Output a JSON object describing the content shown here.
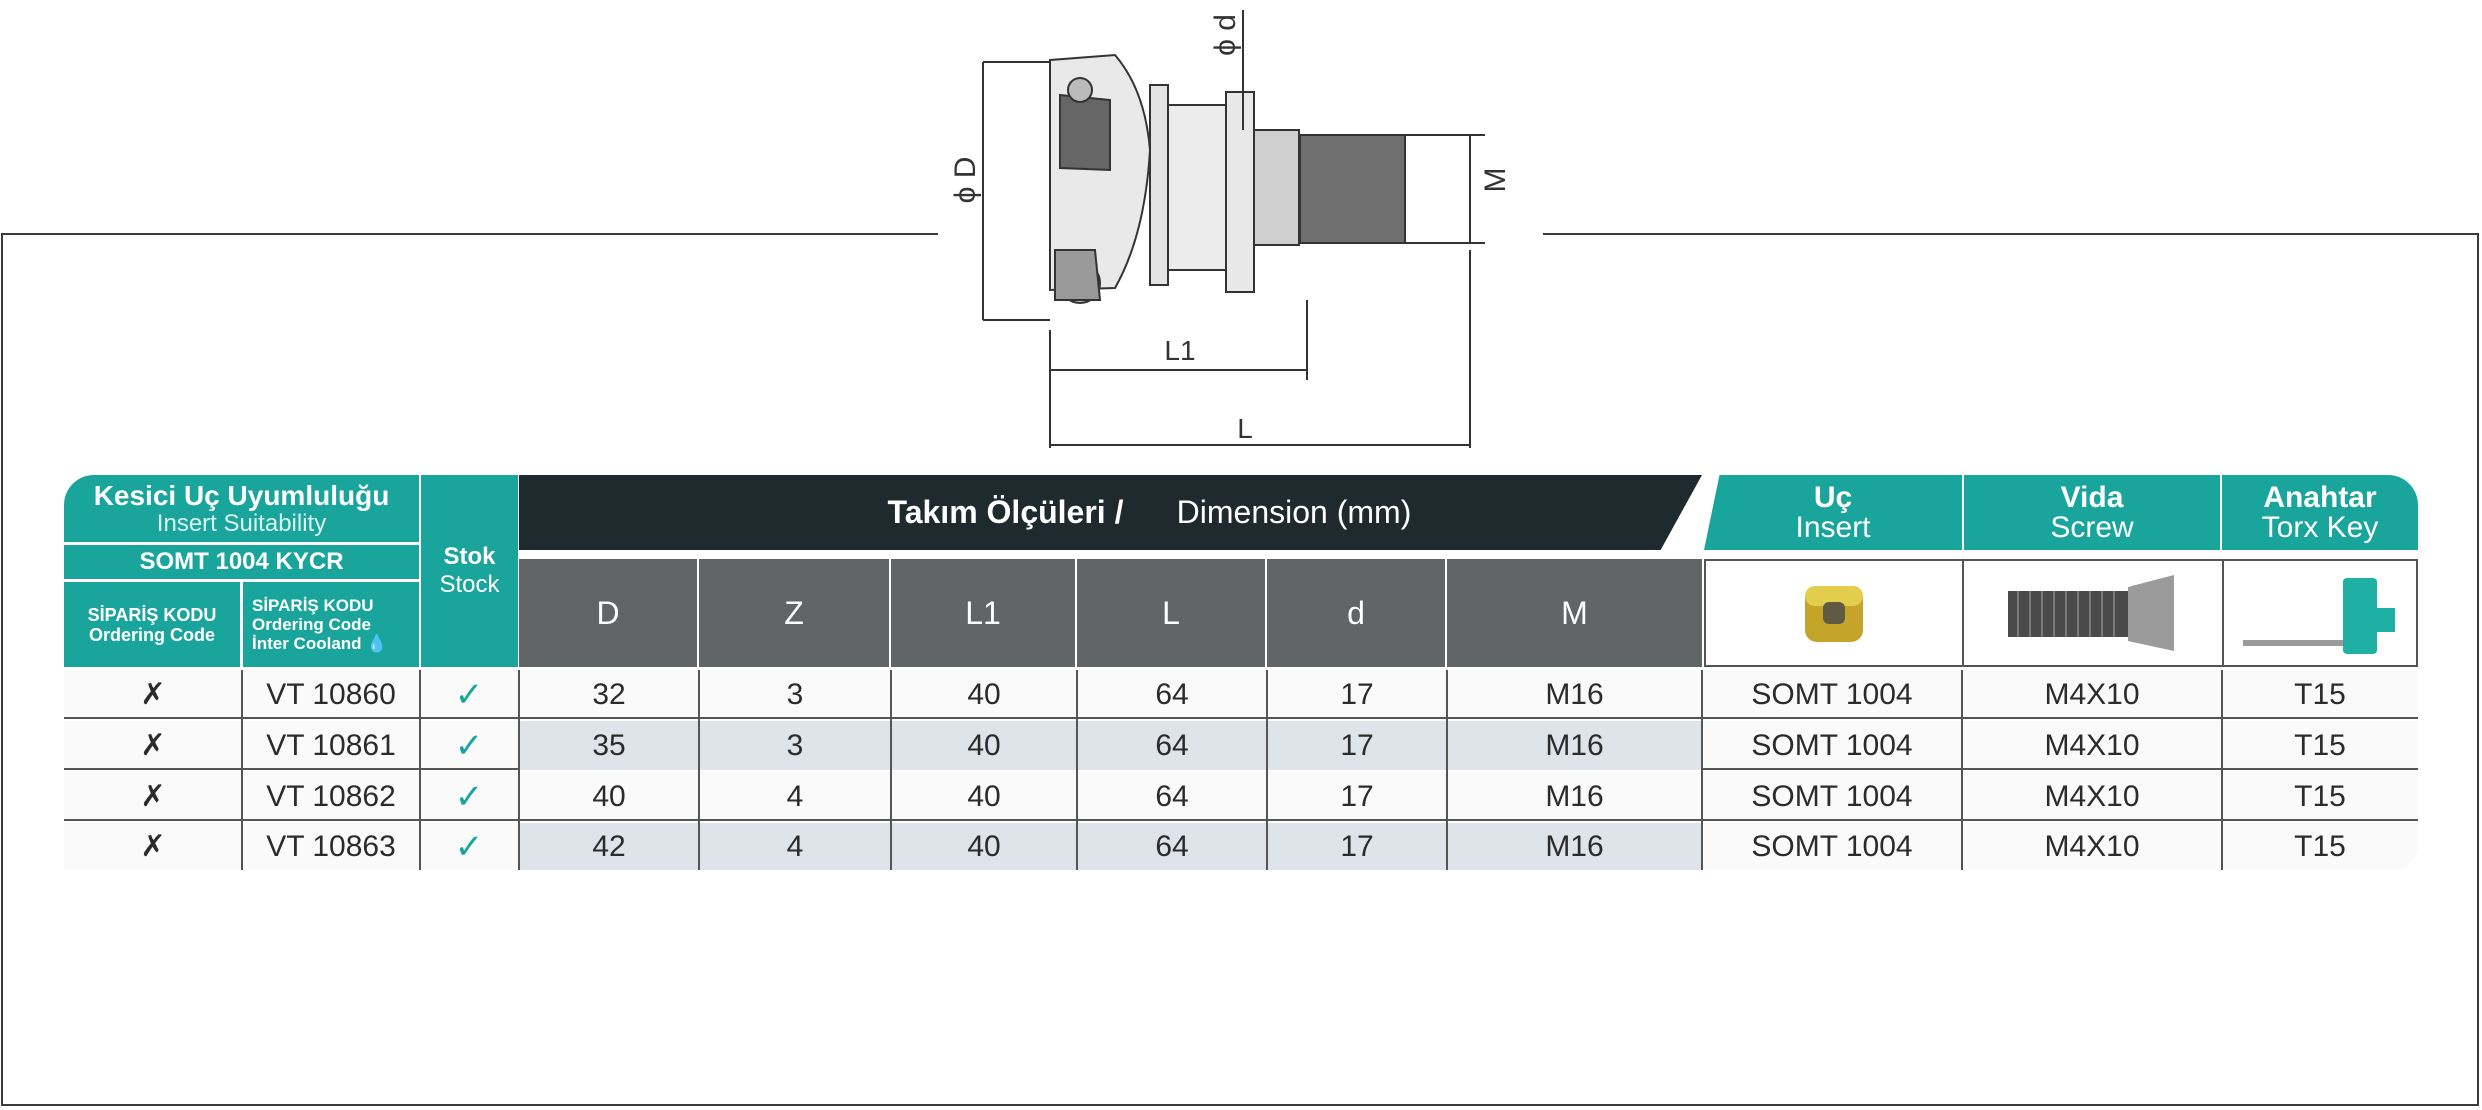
{
  "drawing": {
    "labels": {
      "D": "ϕ D",
      "d": "ϕ d",
      "M": "M",
      "L1": "L1",
      "L": "L"
    }
  },
  "table": {
    "insert_suitability": {
      "title": "Kesici Uç Uyumluluğu",
      "subtitle": "Insert Suitability",
      "insert_code": "SOMT 1004 KYCR"
    },
    "order_col1": {
      "tr": "SİPARİŞ KODU",
      "en": "Ordering Code"
    },
    "order_col2": {
      "tr": "SİPARİŞ KODU",
      "en": "Ordering Code",
      "en2": "İnter Cooland"
    },
    "stock": {
      "tr": "Stok",
      "en": "Stock"
    },
    "dimension": {
      "tr": "Takım Ölçüleri /",
      "en": " Dimension (mm)"
    },
    "insert": {
      "tr": "Uç",
      "en": "Insert"
    },
    "screw": {
      "tr": "Vida",
      "en": "Screw"
    },
    "torx": {
      "tr": "Anahtar",
      "en": "Torx Key"
    },
    "dim_headers": [
      "D",
      "Z",
      "L1",
      "L",
      "d",
      "M"
    ],
    "colors": {
      "teal": "#1aa59c",
      "dark": "#1e2a2e",
      "gray": "#616566",
      "zebra": "#dfe3ea"
    },
    "rows": [
      {
        "ordering": "✗",
        "inter": "VT 10860",
        "stock": "✓",
        "D": "32",
        "Z": "3",
        "L1": "40",
        "L": "64",
        "d": "17",
        "M": "M16",
        "insert": "SOMT 1004",
        "screw": "M4X10",
        "key": "T15"
      },
      {
        "ordering": "✗",
        "inter": "VT 10861",
        "stock": "✓",
        "D": "35",
        "Z": "3",
        "L1": "40",
        "L": "64",
        "d": "17",
        "M": "M16",
        "insert": "SOMT 1004",
        "screw": "M4X10",
        "key": "T15"
      },
      {
        "ordering": "✗",
        "inter": "VT 10862",
        "stock": "✓",
        "D": "40",
        "Z": "4",
        "L1": "40",
        "L": "64",
        "d": "17",
        "M": "M16",
        "insert": "SOMT 1004",
        "screw": "M4X10",
        "key": "T15"
      },
      {
        "ordering": "✗",
        "inter": "VT 10863",
        "stock": "✓",
        "D": "42",
        "Z": "4",
        "L1": "40",
        "L": "64",
        "d": "17",
        "M": "M16",
        "insert": "SOMT 1004",
        "screw": "M4X10",
        "key": "T15"
      }
    ]
  }
}
